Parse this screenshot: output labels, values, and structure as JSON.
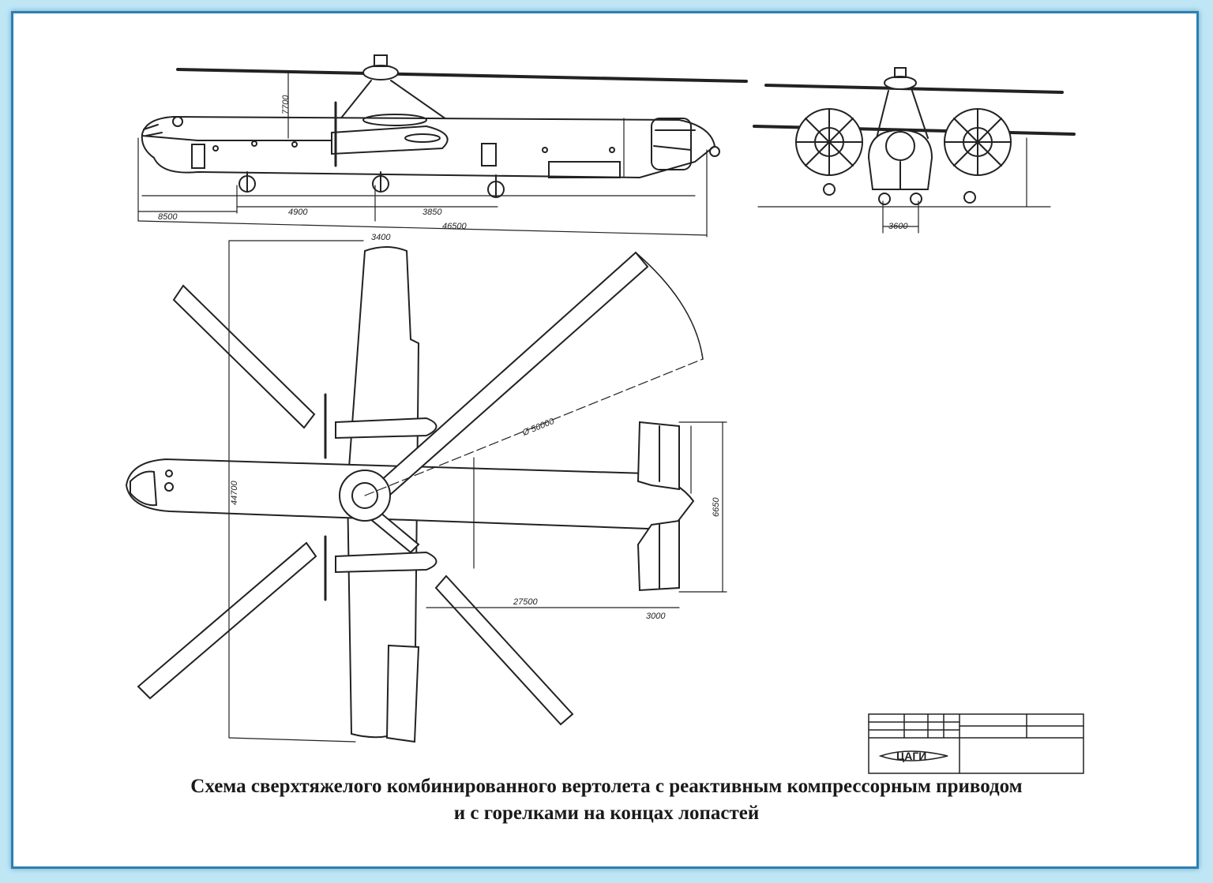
{
  "caption": {
    "line1": "Схема сверхтяжелого комбинированного вертолета с реактивным компрессорным приводом",
    "line2": "и с горелками на концах лопастей"
  },
  "title_block": {
    "logo": "ЦАГИ"
  },
  "dimensions": {
    "overall_length": "46500",
    "nose_section": "8500",
    "wing_position": "4900",
    "landing_gear_base": "3850",
    "rotor_height": "7700",
    "front_track": "3600",
    "rotor_diameter": "Ø 56000",
    "stabilizer_offset": "27500",
    "stabilizer_chord": "3000",
    "stabilizer_span": "6650",
    "wing_span": "44700",
    "wing_chord_root": "3400"
  },
  "colors": {
    "background": "#bfe6f5",
    "frame_border": "#2d7fb0",
    "ink": "#222222"
  }
}
